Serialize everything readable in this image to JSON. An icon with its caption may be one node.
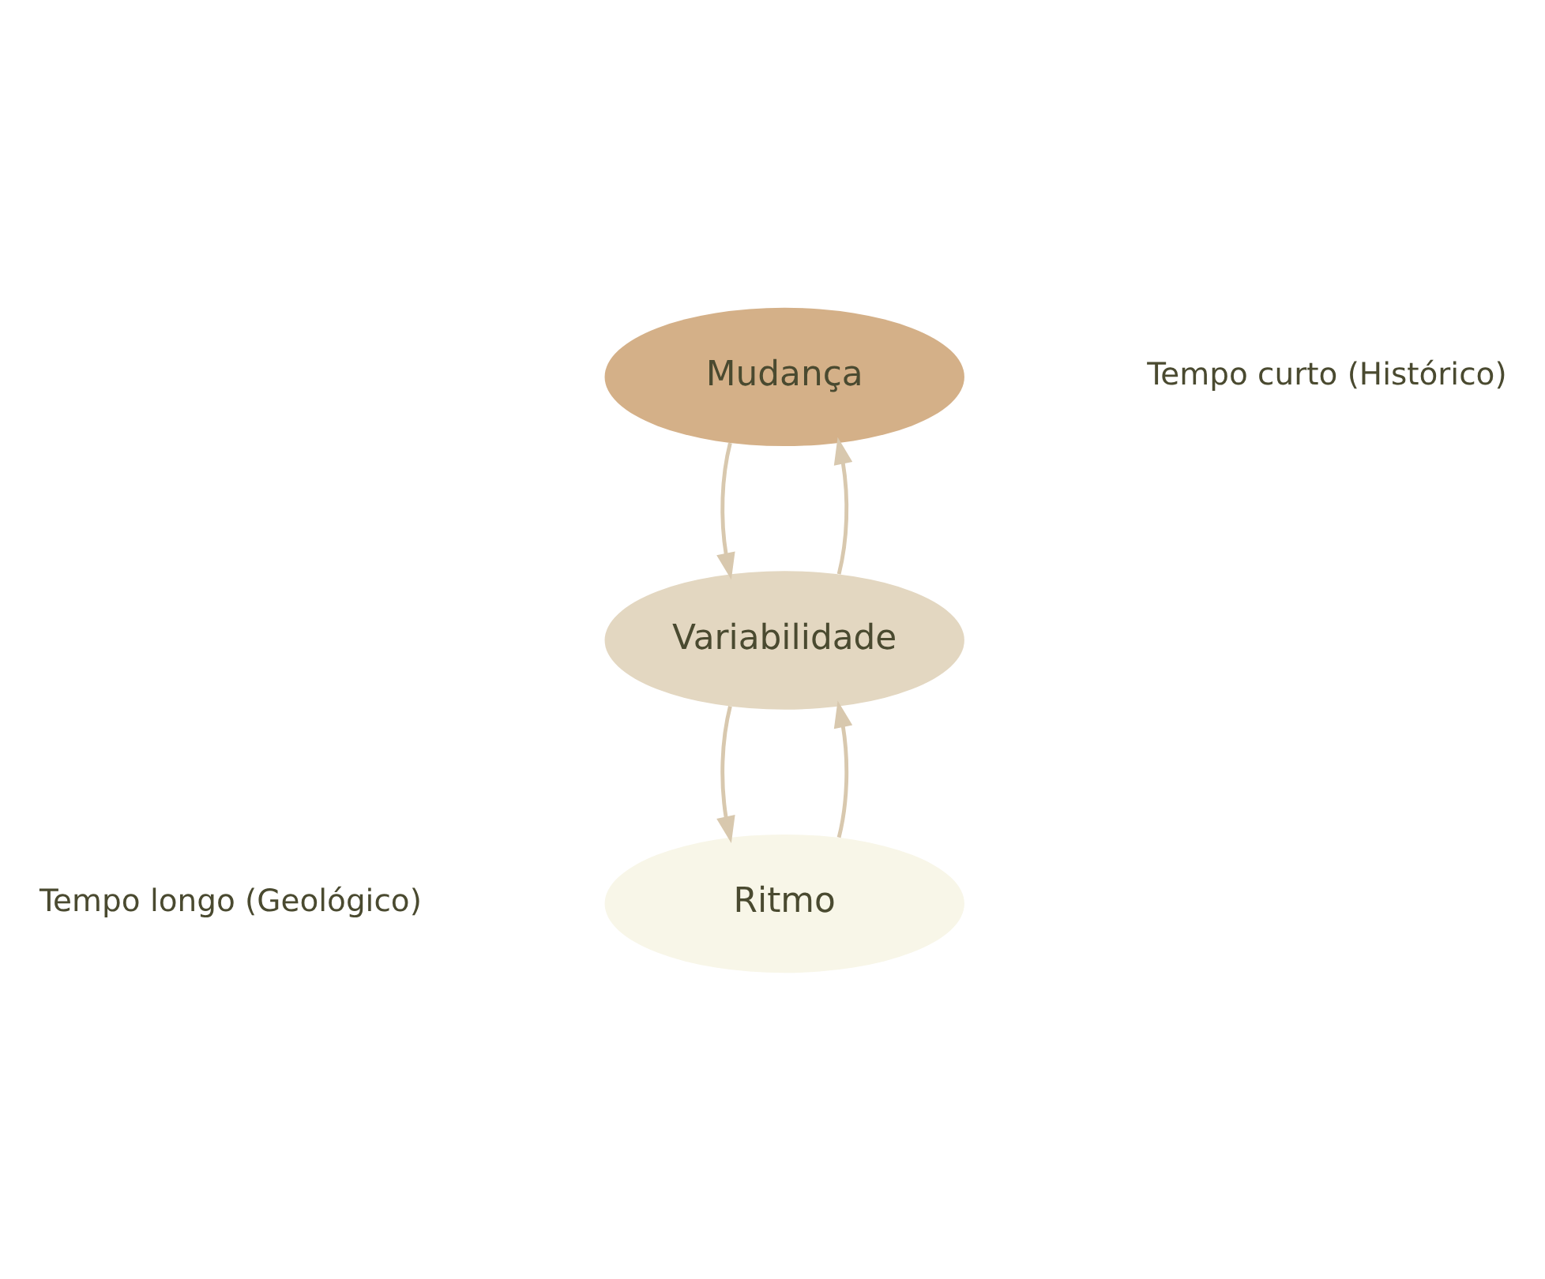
{
  "diagram": {
    "nodes": [
      {
        "text": [
          "Mudança"
        ]
      },
      {
        "text": [
          "Variabilidade"
        ]
      },
      {
        "text": [
          "Ritmo"
        ]
      }
    ],
    "edges": [
      {
        "from": 0,
        "to": 1,
        "arrow": "to"
      },
      {
        "from": 1,
        "to": 0,
        "arrow": "to"
      },
      {
        "from": 1,
        "to": 2,
        "arrow": "to"
      },
      {
        "from": 2,
        "to": 1,
        "arrow": "to"
      }
    ],
    "labels": [
      "Tempo curto (Histórico)",
      "Tempo longo (Geológico)"
    ]
  }
}
